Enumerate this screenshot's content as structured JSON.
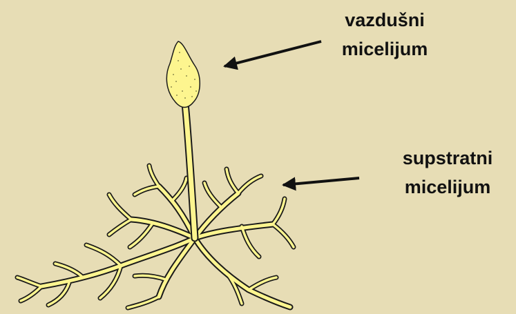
{
  "labels": {
    "aerial_line1": "vazdušni",
    "aerial_line2": "micelijum",
    "substrate_line1": "supstratni",
    "substrate_line2": "micelijum"
  },
  "colors": {
    "background": "#e7ddb5",
    "hyphae_fill": "#fdf58f",
    "outline": "#1a1a1a",
    "arrow": "#111111",
    "text": "#111111"
  }
}
